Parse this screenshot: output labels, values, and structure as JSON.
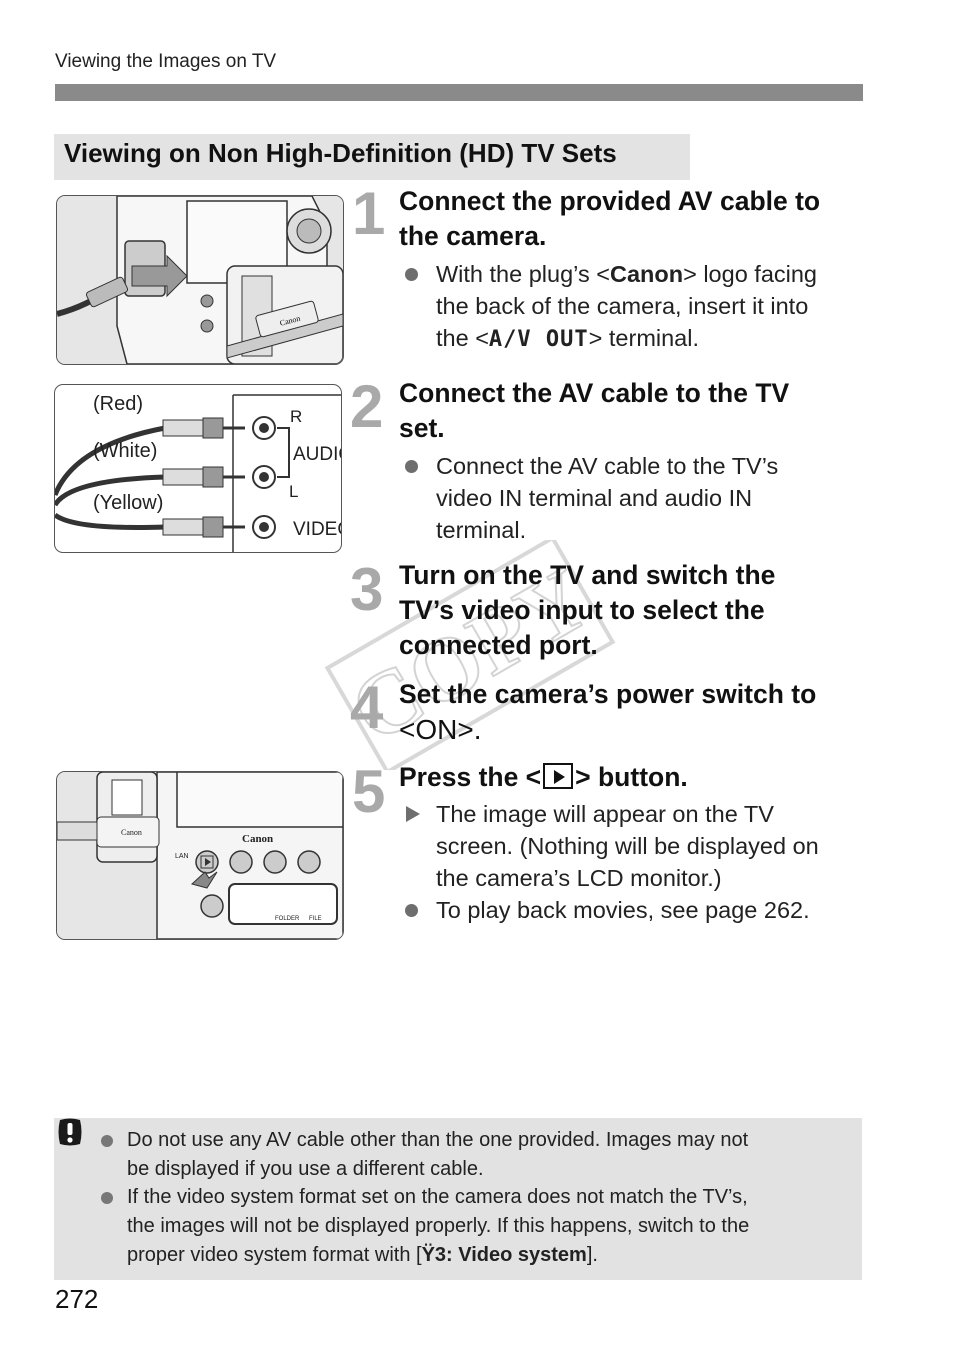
{
  "running_head": "Viewing the Images on TV",
  "section_title": "Viewing on Non High-Definition (HD) TV Sets",
  "steps": [
    {
      "num": "1",
      "title_line1": "Connect the provided AV cable to",
      "title_line2": "the camera.",
      "bullets": [
        {
          "pre": "With the plug’s <",
          "bold": "Canon",
          "post_line1": "> logo facing",
          "line2": "the back of the camera, insert it into",
          "line3_pre": "the <",
          "line3_term": "A/V OUT",
          "line3_post": "> terminal."
        }
      ]
    },
    {
      "num": "2",
      "title_line1": "Connect the AV cable to the TV",
      "title_line2": "set.",
      "bullet_line1": "Connect the AV cable to the TV’s",
      "bullet_line2": "video IN terminal and audio IN",
      "bullet_line3": "terminal."
    },
    {
      "num": "3",
      "title_line1": "Turn on the TV and switch the",
      "title_line2": "TV’s video input to select the",
      "title_line3": "connected port."
    },
    {
      "num": "4",
      "title_line1": "Set the camera’s power switch to",
      "title_line2": "<ON>."
    },
    {
      "num": "5",
      "title_pre": "Press the <",
      "title_post": "> button.",
      "bullet1_line1": "The image will appear on the TV",
      "bullet1_line2": "screen. (Nothing will be displayed on",
      "bullet1_line3": "the camera’s LCD monitor.)",
      "bullet2": "To play back movies, see page 262."
    }
  ],
  "cable_diagram": {
    "labels": [
      "(Red)",
      "(White)",
      "(Yellow)"
    ],
    "tv_r": "R",
    "tv_l": "L",
    "tv_audio": "AUDIO",
    "tv_video": "VIDEO"
  },
  "camera_fig1": {
    "plug_logo": "Canon"
  },
  "camera_fig3": {
    "brand": "Canon",
    "lan": "LAN",
    "folder": "FOLDER",
    "file": "FILE"
  },
  "watermark": "COPY",
  "notes": [
    {
      "line1": "Do not use any AV cable other than the one provided. Images may not",
      "line2": "be displayed if you use a different cable."
    },
    {
      "line1": "If the video system format set on the camera does not match the TV’s,",
      "line2": "the images will not be displayed properly. If this happens, switch to the",
      "line3_pre": "proper video system format with [",
      "line3_icon": "Ÿ",
      "line3_bold": "3: Video system",
      "line3_post": "]."
    }
  ],
  "page_number": "272",
  "colors": {
    "rule": "#8a8a8a",
    "section_bg": "#e3e3e3",
    "step_num": "#a9a9a9",
    "note_bg": "#e2e2e2"
  }
}
